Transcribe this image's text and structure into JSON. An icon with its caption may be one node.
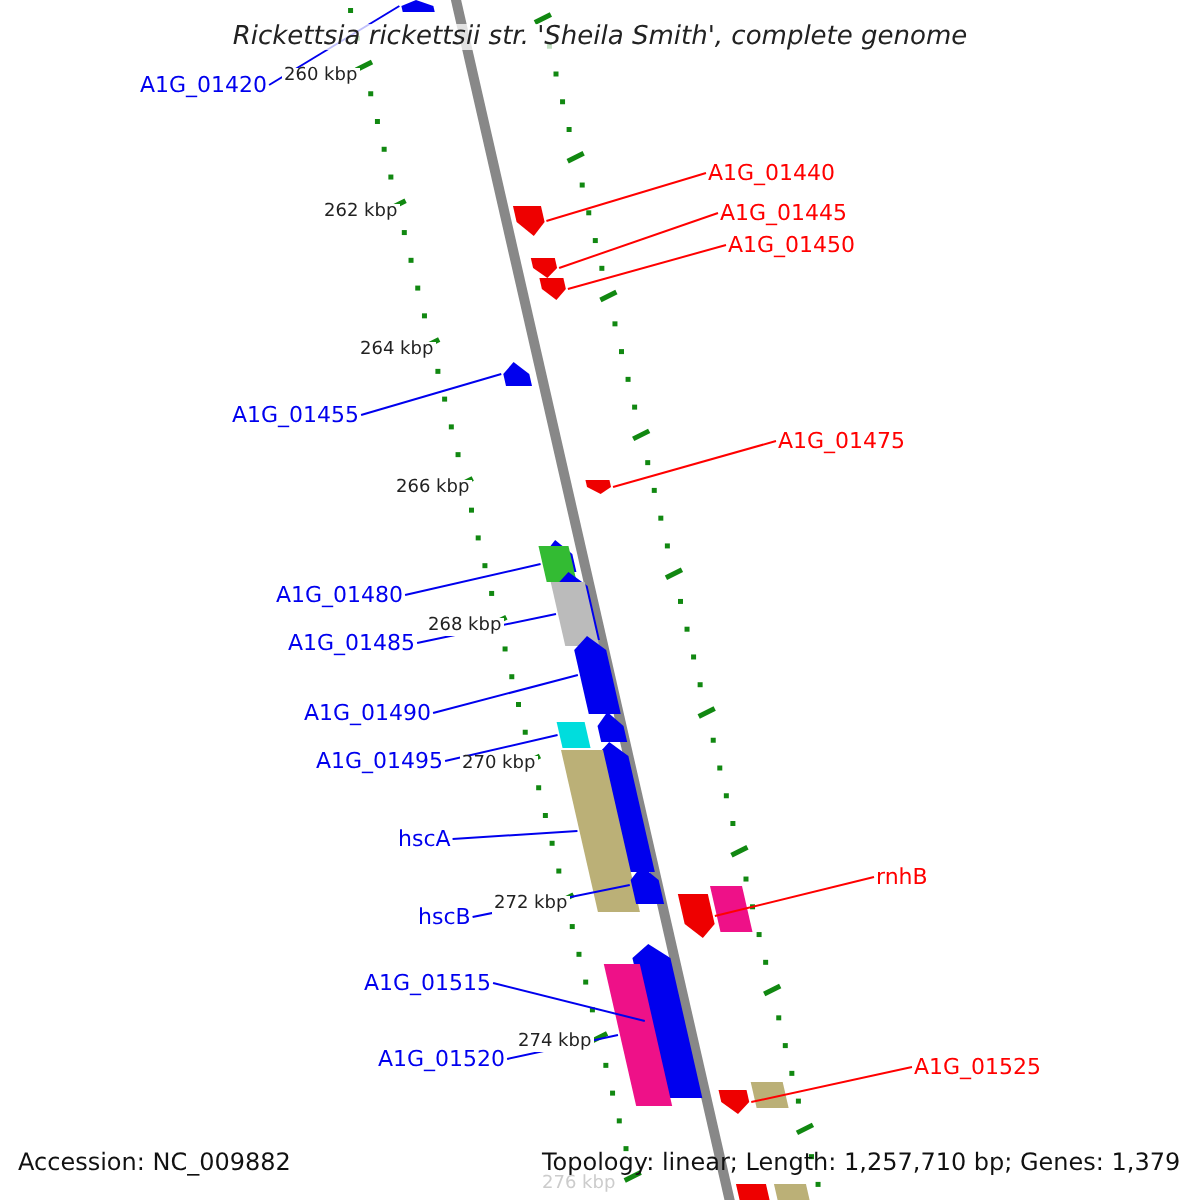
{
  "diagram": {
    "title": "Rickettsia rickettsii str. 'Sheila Smith', complete genome",
    "nodes": [
      {
        "text": [
          "A1G_01420"
        ]
      },
      {
        "text": [
          "A1G_01440"
        ]
      },
      {
        "text": [
          "A1G_01445"
        ]
      },
      {
        "text": [
          "A1G_01450"
        ]
      },
      {
        "text": [
          "A1G_01455"
        ]
      },
      {
        "text": [
          "A1G_01475"
        ]
      },
      {
        "text": [
          "A1G_01480"
        ]
      },
      {
        "text": [
          "A1G_01485"
        ]
      },
      {
        "text": [
          "A1G_01490"
        ]
      },
      {
        "text": [
          "A1G_01495"
        ]
      },
      {
        "text": [
          "hscA"
        ]
      },
      {
        "text": [
          "rnhB"
        ]
      },
      {
        "text": [
          "hscB"
        ]
      },
      {
        "text": [
          "A1G_01515"
        ]
      },
      {
        "text": [
          "A1G_01520"
        ]
      },
      {
        "text": [
          "A1G_01525"
        ]
      },
      {
        "text": [],
        "shape": "pentagon"
      },
      {
        "text": [],
        "shape": "pentagon"
      },
      {
        "text": [],
        "shape": "pentagon"
      },
      {
        "text": [],
        "shape": "pentagon"
      },
      {
        "text": [],
        "shape": "pentagon"
      },
      {
        "text": [],
        "shape": "pentagon"
      },
      {
        "text": [],
        "shape": "pentagon"
      },
      {
        "text": [],
        "shape": "bar"
      },
      {
        "text": [],
        "shape": "pentagon"
      },
      {
        "text": [],
        "shape": "bar"
      },
      {
        "text": [],
        "shape": "pentagon"
      },
      {
        "text": [],
        "shape": "pentagon"
      },
      {
        "text": [],
        "shape": "bar"
      },
      {
        "text": [],
        "shape": "pentagon"
      },
      {
        "text": [],
        "shape": "bar"
      },
      {
        "text": [],
        "shape": "pentagon"
      },
      {
        "text": [],
        "shape": "bar"
      },
      {
        "text": [],
        "shape": "pentagon"
      },
      {
        "text": [],
        "shape": "pentagon"
      },
      {
        "text": [],
        "shape": "bar"
      },
      {
        "text": [],
        "shape": "bar"
      },
      {
        "text": [],
        "shape": "pentagon"
      },
      {
        "text": [],
        "shape": "pentagon"
      },
      {
        "text": [],
        "shape": "bar"
      }
    ],
    "edges": [
      {
        "from": 0,
        "to": 16,
        "arrow": "none"
      },
      {
        "from": 1,
        "to": 17,
        "arrow": "none",
        "color": "#ff0000"
      },
      {
        "from": 2,
        "to": 18,
        "arrow": "none",
        "color": "#ff0000"
      },
      {
        "from": 3,
        "to": 19,
        "arrow": "none",
        "color": "#ff0000"
      },
      {
        "from": 4,
        "to": 20,
        "arrow": "none"
      },
      {
        "from": 5,
        "to": 21,
        "arrow": "none",
        "color": "#ff0000"
      },
      {
        "from": 6,
        "to": 23,
        "arrow": "none"
      },
      {
        "from": 7,
        "to": 25,
        "arrow": "none"
      },
      {
        "from": 8,
        "to": 26,
        "arrow": "none"
      },
      {
        "from": 9,
        "to": 28,
        "arrow": "none"
      },
      {
        "from": 10,
        "to": 30,
        "arrow": "none"
      },
      {
        "from": 11,
        "to": 33,
        "arrow": "none",
        "color": "#ff0000"
      },
      {
        "from": 12,
        "to": 31,
        "arrow": "none"
      },
      {
        "from": 13,
        "to": 34,
        "arrow": "none"
      },
      {
        "from": 14,
        "to": 35,
        "arrow": "none"
      },
      {
        "from": 15,
        "to": 37,
        "arrow": "none",
        "color": "#ff0000"
      }
    ],
    "labels": [
      "260 kbp",
      "262 kbp",
      "264 kbp",
      "266 kbp",
      "268 kbp",
      "270 kbp",
      "272 kbp",
      "274 kbp",
      "Accession: NC_009882",
      "Topology: linear; Length: 1,257,710 bp; Genes: 1,379",
      "276 kbp"
    ]
  }
}
